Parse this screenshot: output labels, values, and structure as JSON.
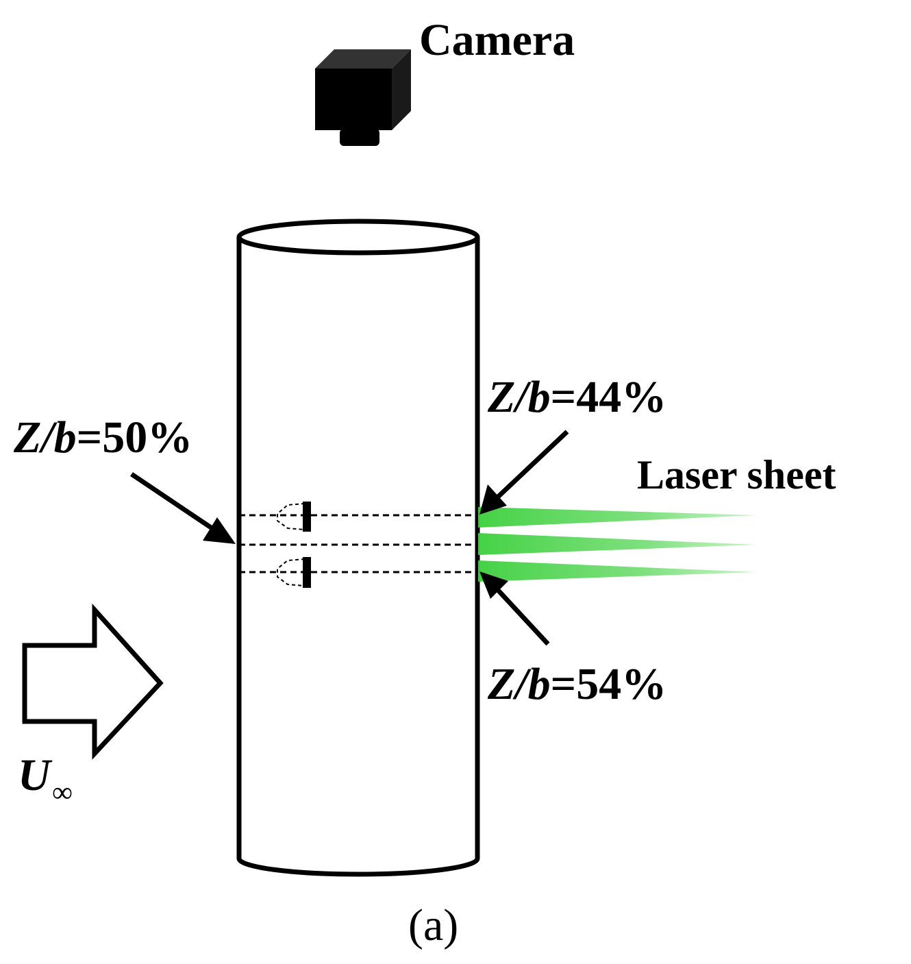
{
  "labels": {
    "camera": "Camera",
    "laser_sheet": "Laser sheet",
    "plane_mid": {
      "var": "Z/b",
      "value": "=50%"
    },
    "plane_upper": {
      "var": "Z/b",
      "value": "=44%"
    },
    "plane_lower": {
      "var": "Z/b",
      "value": "=54%"
    },
    "freestream": {
      "symbol": "U",
      "subscript": "∞"
    },
    "panel": "(a)"
  },
  "colors": {
    "ink": "#000000",
    "laser": "#46d246",
    "background": "#ffffff"
  }
}
